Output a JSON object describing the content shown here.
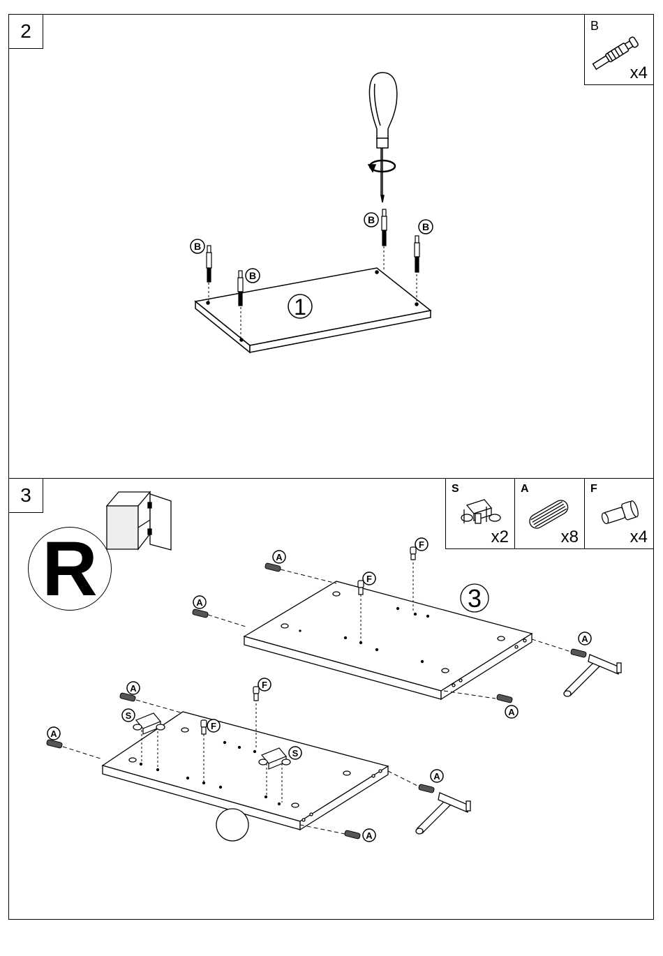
{
  "step2": {
    "number": "2",
    "part": {
      "letter": "B",
      "qty": "x4"
    },
    "panel_label": "1",
    "callouts": [
      "B",
      "B",
      "B",
      "B"
    ]
  },
  "step3": {
    "number": "3",
    "orientation_letter": "R",
    "parts": [
      {
        "letter": "S",
        "qty": "x2",
        "icon": "hinge-icon"
      },
      {
        "letter": "A",
        "qty": "x8",
        "icon": "wood-dowel-icon"
      },
      {
        "letter": "F",
        "qty": "x4",
        "icon": "shelf-pin-icon"
      }
    ],
    "panel_label": "3",
    "callouts_top_panel": [
      "A",
      "A",
      "F",
      "F",
      "A",
      "A"
    ],
    "callouts_bottom_panel": [
      "A",
      "A",
      "S",
      "F",
      "F",
      "S",
      "A",
      "A"
    ]
  }
}
